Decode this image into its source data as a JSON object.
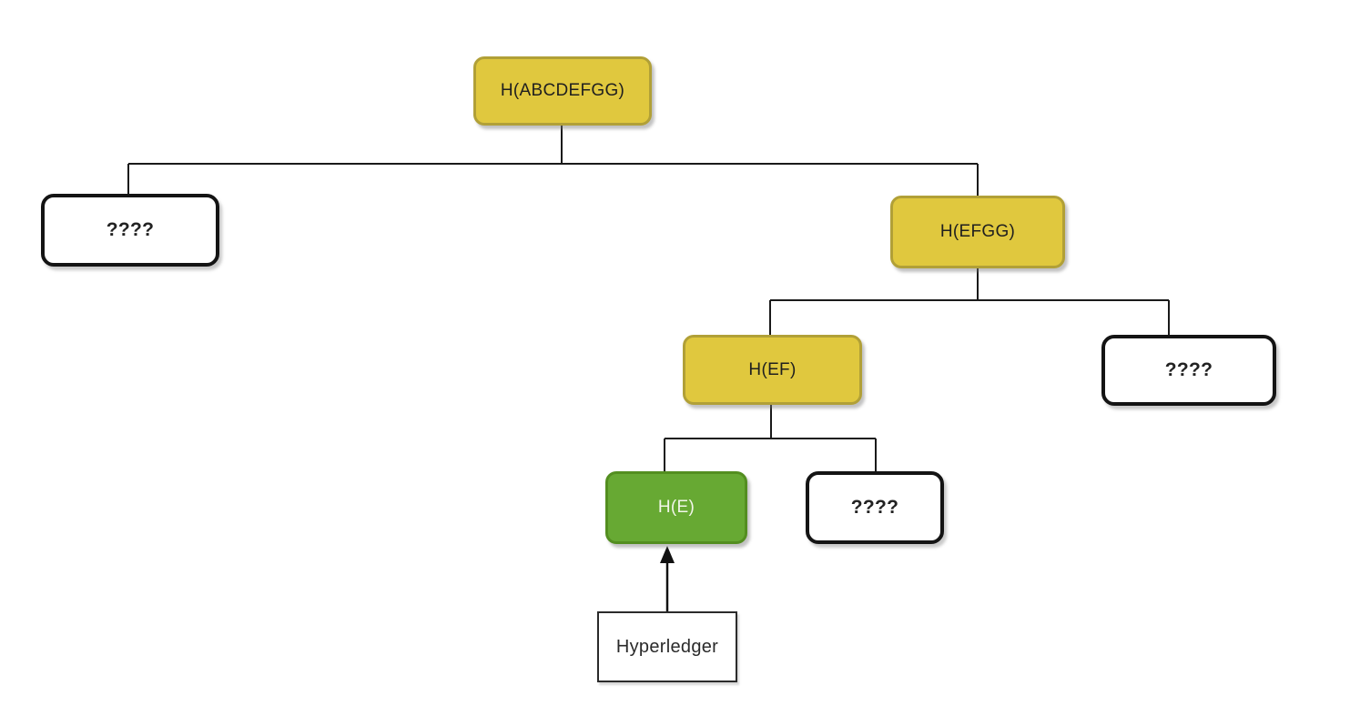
{
  "diagram": {
    "nodes": {
      "root": {
        "label": "H(ABCDEFGG)",
        "kind": "hash"
      },
      "level1_left": {
        "label": "????",
        "kind": "unknown"
      },
      "level1_right": {
        "label": "H(EFGG)",
        "kind": "hash"
      },
      "level2_left": {
        "label": "H(EF)",
        "kind": "hash"
      },
      "level2_right": {
        "label": "????",
        "kind": "unknown"
      },
      "level3_left": {
        "label": "H(E)",
        "kind": "verified"
      },
      "level3_right": {
        "label": "????",
        "kind": "unknown"
      },
      "data_block": {
        "label": "Hyperledger",
        "kind": "data"
      }
    },
    "edges": [
      {
        "from": "H(ABCDEFGG)",
        "to": "????",
        "side": "left"
      },
      {
        "from": "H(ABCDEFGG)",
        "to": "H(EFGG)",
        "side": "right"
      },
      {
        "from": "H(EFGG)",
        "to": "H(EF)",
        "side": "left"
      },
      {
        "from": "H(EFGG)",
        "to": "????",
        "side": "right"
      },
      {
        "from": "H(EF)",
        "to": "H(E)",
        "side": "left"
      },
      {
        "from": "H(EF)",
        "to": "????",
        "side": "right"
      },
      {
        "from": "Hyperledger",
        "to": "H(E)",
        "style": "arrow-up"
      }
    ],
    "colors": {
      "hash_fill": "#e0c83e",
      "hash_border": "#b1a037",
      "verified_fill": "#67a933",
      "verified_border": "#538e20",
      "verified_text": "#f2f6ea",
      "unknown_fill": "#ffffff",
      "unknown_border": "#141414",
      "data_fill": "#ffffff",
      "data_border": "#2b2b2b",
      "connector": "#1a1a1a",
      "canvas": "#ffffff"
    }
  }
}
